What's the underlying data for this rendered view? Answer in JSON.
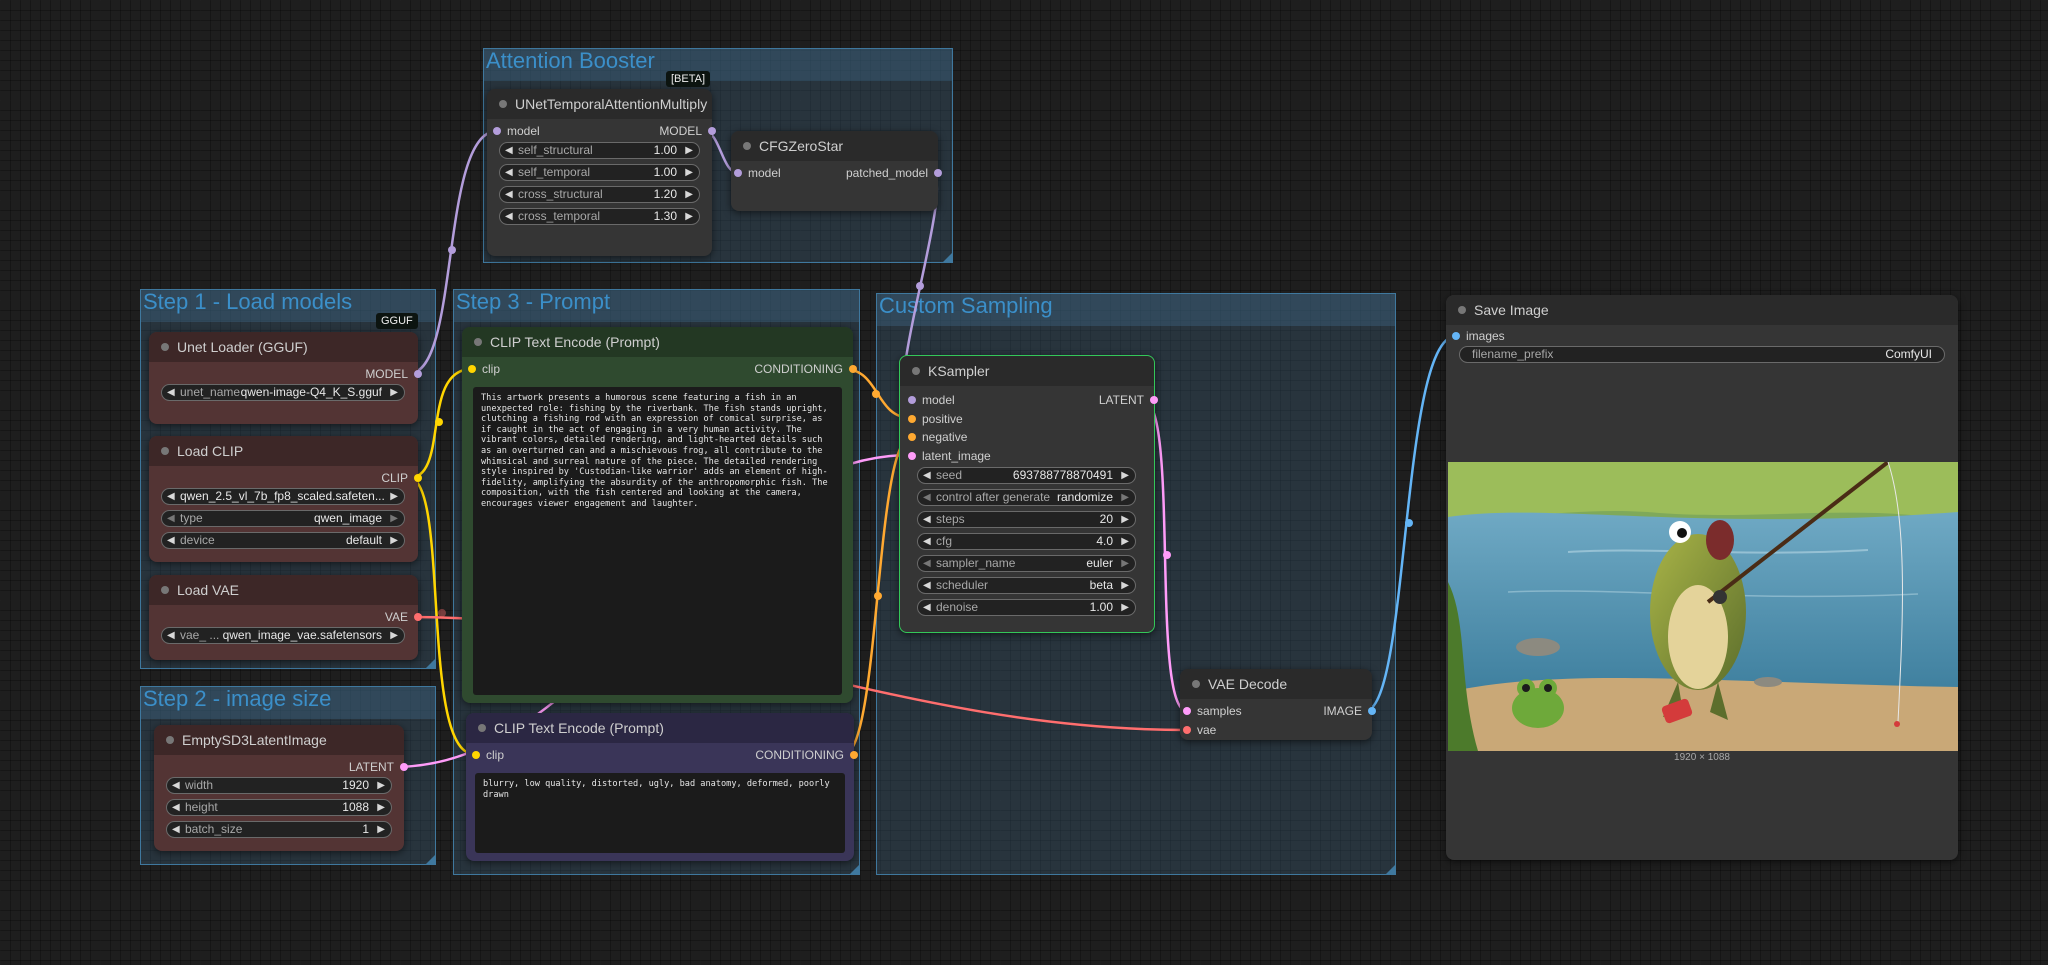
{
  "groups": {
    "attention": "Attention Booster",
    "load_models": "Step 1 - Load models",
    "image_size": "Step 2 - image size",
    "prompt": "Step 3 - Prompt",
    "sampling": "Custom Sampling"
  },
  "nodes": {
    "unet_temporal": {
      "title": "UNetTemporalAttentionMultiply",
      "badge": "[BETA]",
      "in_model": "model",
      "out_model": "MODEL",
      "w1_label": "self_structural",
      "w1_value": "1.00",
      "w2_label": "self_temporal",
      "w2_value": "1.00",
      "w3_label": "cross_structural",
      "w3_value": "1.20",
      "w4_label": "cross_temporal",
      "w4_value": "1.30"
    },
    "cfgzerostar": {
      "title": "CFGZeroStar",
      "in_model": "model",
      "out": "patched_model"
    },
    "unet_loader": {
      "title": "Unet Loader (GGUF)",
      "badge": "GGUF",
      "out": "MODEL",
      "w_label": "unet_name",
      "w_value": "qwen-image-Q4_K_S.gguf"
    },
    "load_clip": {
      "title": "Load CLIP",
      "out": "CLIP",
      "w1_label": "",
      "w1_value": "qwen_2.5_vl_7b_fp8_scaled.safeten...",
      "w2_label": "type",
      "w2_value": "qwen_image",
      "w3_label": "device",
      "w3_value": "default"
    },
    "load_vae": {
      "title": "Load VAE",
      "out": "VAE",
      "w_label": "vae_ ...",
      "w_value": "qwen_image_vae.safetensors"
    },
    "empty_latent": {
      "title": "EmptySD3LatentImage",
      "out": "LATENT",
      "w1_label": "width",
      "w1_value": "1920",
      "w2_label": "height",
      "w2_value": "1088",
      "w3_label": "batch_size",
      "w3_value": "1"
    },
    "clip_pos": {
      "title": "CLIP Text Encode (Prompt)",
      "in": "clip",
      "out": "CONDITIONING",
      "text": "This artwork presents a humorous scene featuring a fish in an unexpected role: fishing by the riverbank. The fish stands upright, clutching a fishing rod with an expression of comical surprise, as if caught in the act of engaging in a very human activity. The vibrant colors, detailed rendering, and light-hearted details such as an overturned can and a mischievous frog, all contribute to the whimsical and surreal nature of the piece. The detailed rendering style inspired by 'Custodian-like warrior' adds an element of high-fidelity, amplifying the absurdity of the anthropomorphic fish. The composition, with the fish centered and looking at the camera, encourages viewer engagement and laughter."
    },
    "clip_neg": {
      "title": "CLIP Text Encode (Prompt)",
      "in": "clip",
      "out": "CONDITIONING",
      "text": "blurry, low quality, distorted, ugly, bad anatomy, deformed, poorly drawn"
    },
    "ksampler": {
      "title": "KSampler",
      "in_model": "model",
      "in_positive": "positive",
      "in_negative": "negative",
      "in_latent": "latent_image",
      "out": "LATENT",
      "seed_label": "seed",
      "seed_value": "693788778870491",
      "control_label": "control after generate",
      "control_value": "randomize",
      "steps_label": "steps",
      "steps_value": "20",
      "cfg_label": "cfg",
      "cfg_value": "4.0",
      "sampler_label": "sampler_name",
      "sampler_value": "euler",
      "scheduler_label": "scheduler",
      "scheduler_value": "beta",
      "denoise_label": "denoise",
      "denoise_value": "1.00"
    },
    "vae_decode": {
      "title": "VAE Decode",
      "in_samples": "samples",
      "in_vae": "vae",
      "out": "IMAGE"
    },
    "save_image": {
      "title": "Save Image",
      "in": "images",
      "w_label": "filename_prefix",
      "w_value": "ComfyUI",
      "dims": "1920 × 1088"
    }
  },
  "colors": {
    "model": "#b39ddb",
    "clip": "#ffd500",
    "vae": "#ff6e6e",
    "latent": "#ff9cf9",
    "conditioning": "#ffa931",
    "image": "#64b5f6"
  }
}
